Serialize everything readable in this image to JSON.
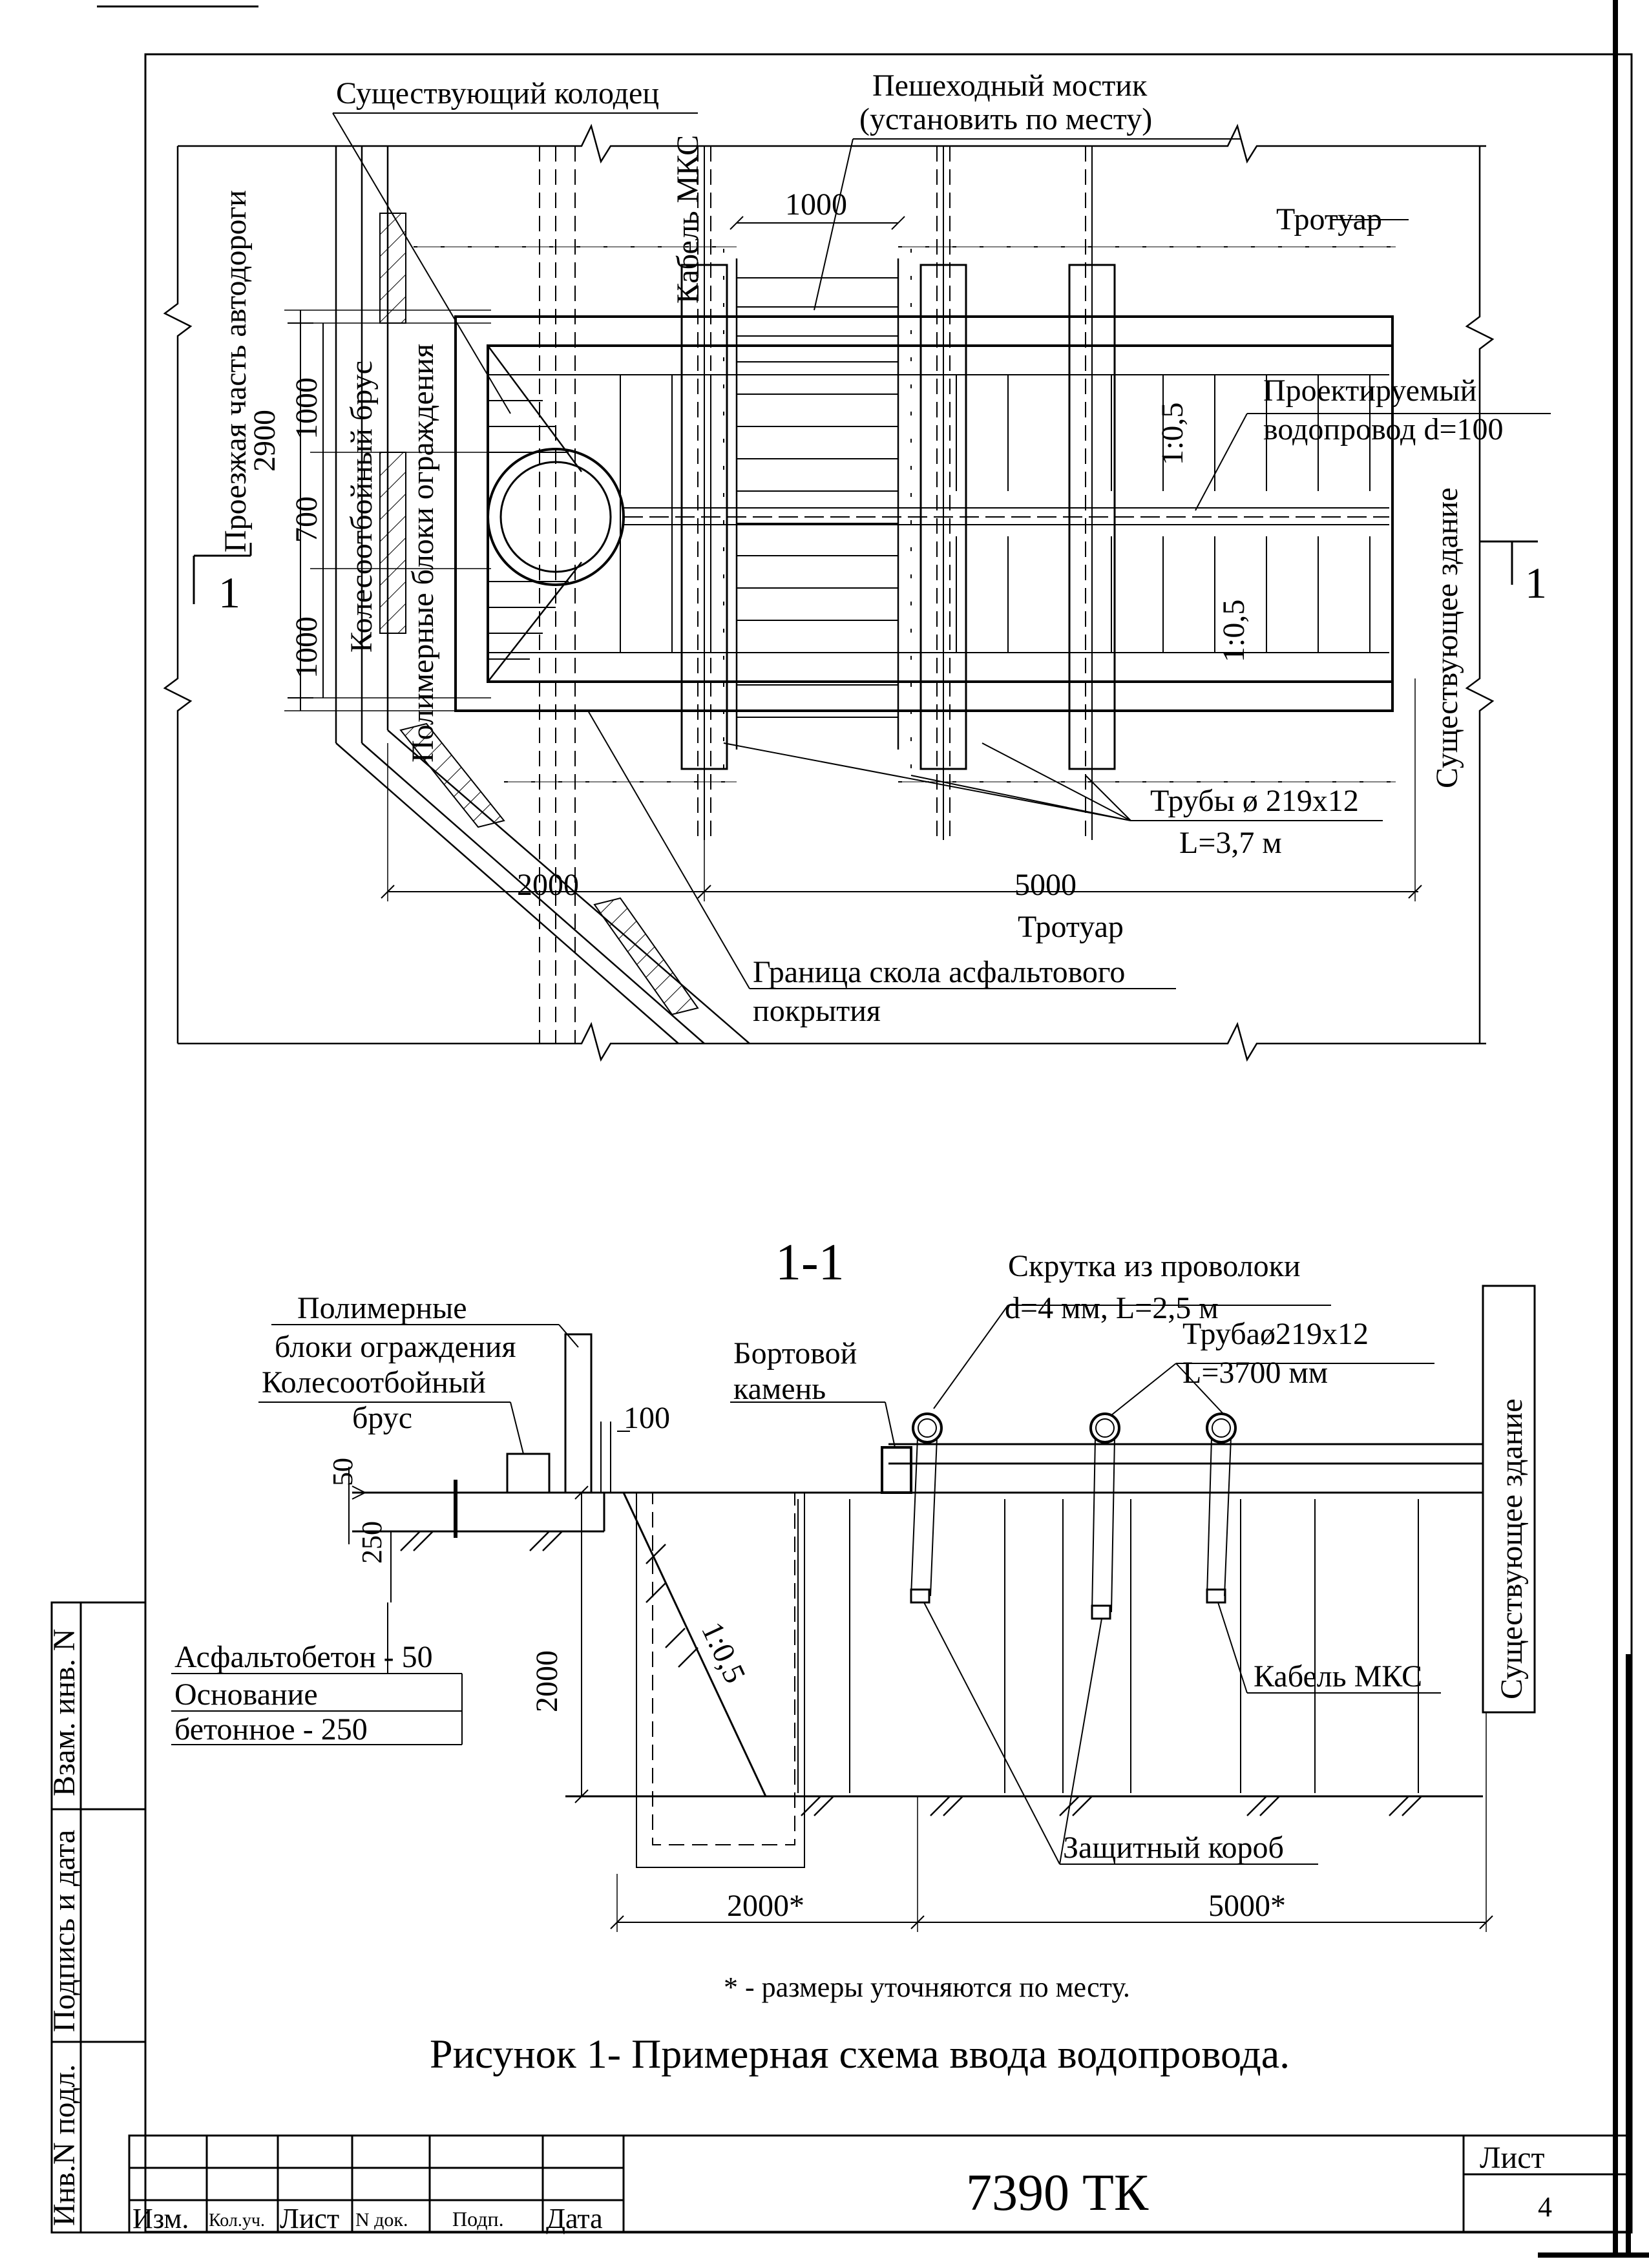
{
  "plan": {
    "existing_well": "Существующий колодец",
    "footbridge_line1": "Пешеходный мостик",
    "footbridge_line2": "(установить по месту)",
    "dim_1000_top": "1000",
    "sidewalk_top": "Тротуар",
    "road_label": "Проезжая часть автодороги",
    "dim_2900": "2900",
    "dim_1000_a": "1000",
    "dim_700": "700",
    "dim_1000_b": "1000",
    "wheel_guard": "Колесоотбойный брус",
    "polymer_blocks": "Полимерные блоки ограждения",
    "cable_mks": "Кабель МКС",
    "slope_1": "1:0,5",
    "slope_2": "1:0,5",
    "designed_line1": "Проектируемый",
    "designed_line2": "водопровод d=100",
    "existing_building": "Существующее здание",
    "section_left": "1",
    "section_right": "1",
    "pipes_line1": "Трубы ø 219х12",
    "pipes_line2": "L=3,7 м",
    "dim_2000": "2000",
    "dim_5000": "5000",
    "sidewalk_bottom": "Тротуар",
    "asphalt_line1": "Граница скола асфальтового",
    "asphalt_line2": "покрытия"
  },
  "section": {
    "title": "1-1",
    "wire_line1": "Скрутка из проволоки",
    "wire_line2": "d=4 мм, L=2,5 м",
    "polymer_line1": "Полимерные",
    "polymer_line2": "блоки ограждения",
    "guard_line1": "Колесоотбойный",
    "guard_line2": "брус",
    "curb_line1": "Бортовой",
    "curb_line2": "камень",
    "pipe_line1": "Трубаø219х12",
    "pipe_line2": "L=3700 мм",
    "dim_100": "100",
    "dim_50": "50",
    "dim_250": "250",
    "dim_2000_v": "2000",
    "slope": "1:0,5",
    "existing_building": "Существующее здание",
    "asphalt": "Асфальтобетон - 50",
    "base_line1": "Основание",
    "base_line2": "бетонное - 250",
    "cable_mks": "Кабель МКС",
    "protect_box": "Защитный короб",
    "dim_2000": "2000*",
    "dim_5000": "5000*",
    "footnote": "* - размеры уточняются по месту."
  },
  "caption": "Рисунок 1- Примерная схема ввода водопровода.",
  "side_stamp": {
    "inv_replace": "Взам. инв. N",
    "sign_date": "Подпись и дата",
    "inv_orig": "Инв.N подл."
  },
  "title_block": {
    "col_izm": "Изм.",
    "col_kol": "Кол.уч.",
    "col_list": "Лист",
    "col_ndok": "N док.",
    "col_podp": "Подп.",
    "col_data": "Дата",
    "doc_code": "7390 ТК",
    "sheet_label": "Лист",
    "sheet_number": "4"
  }
}
